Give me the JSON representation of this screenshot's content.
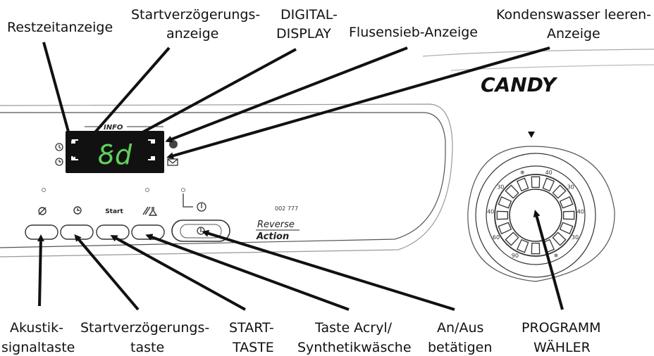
{
  "brand": "CANDY",
  "model_code": "002 777",
  "reverse_action": {
    "line1": "Reverse",
    "line2": "Action"
  },
  "info_label": "INFO",
  "display_value": "8d",
  "buttons": {
    "start_label": "Start"
  },
  "dial_temps": [
    "90",
    "60",
    "40",
    "30",
    "❄",
    "40",
    "30",
    "40",
    "30",
    "❄"
  ],
  "colors": {
    "display_digits": "#5fd35a",
    "display_bg": "#111111",
    "line": "#111111"
  },
  "labels": {
    "restzeit": "Restzeitanzeige",
    "startverz_anz_1": "Startverzögerungs-",
    "startverz_anz_2": "anzeige",
    "digital_1": "DIGITAL-",
    "digital_2": "DISPLAY",
    "flusensieb": "Flusensieb-Anzeige",
    "kondens_1": "Kondenswasser leeren-",
    "kondens_2": "Anzeige",
    "akustik_1": "Akustik-",
    "akustik_2": "signaltaste",
    "startverz_taste_1": "Startverzögerungs-",
    "startverz_taste_2": "taste",
    "start_1": "START-",
    "start_2": "TASTE",
    "acryl_1": "Taste Acryl/",
    "acryl_2": "Synthetikwäsche",
    "anaus_1": "An/Aus",
    "anaus_2": "betätigen",
    "programm_1": "PROGRAMM",
    "programm_2": "WÄHLER"
  }
}
